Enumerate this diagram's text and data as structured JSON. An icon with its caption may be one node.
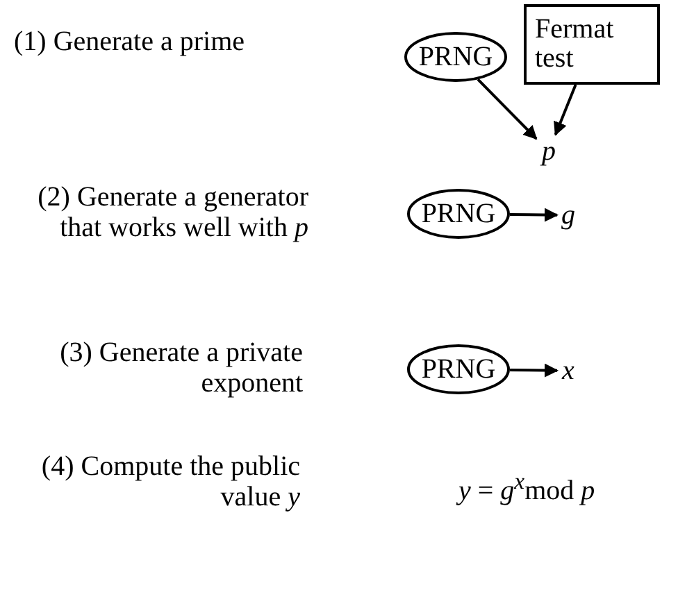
{
  "diagram": {
    "nodes": [
      {
        "text": [
          "PRNG"
        ]
      },
      {
        "text": [
          "Fermat test"
        ]
      },
      {
        "text": [
          "*p*"
        ]
      },
      {
        "text": [
          "PRNG"
        ]
      },
      {
        "text": [
          "*g*"
        ]
      },
      {
        "text": [
          "PRNG"
        ]
      },
      {
        "text": [
          "*x*"
        ]
      }
    ],
    "edges": [
      {
        "from": 0,
        "to": 2,
        "arrow": "to"
      },
      {
        "from": 1,
        "to": 2,
        "arrow": "to"
      },
      {
        "from": 3,
        "to": 4,
        "arrow": "to"
      },
      {
        "from": 5,
        "to": 6,
        "arrow": "to"
      }
    ],
    "labels": [
      "(1) Generate a prime",
      "(2) Generate a generator that works well with *p*",
      "(3) Generate a private exponent",
      "(4) Compute the public value *y*",
      "*y* = *g*$^{x}$mod *p*"
    ]
  }
}
